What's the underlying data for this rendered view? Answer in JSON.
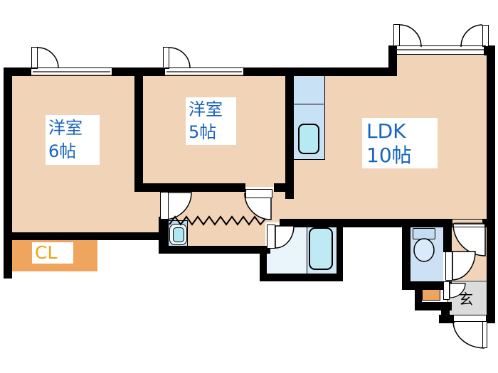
{
  "page": {
    "type": "apartment-floor-plan",
    "background": "#ffffff"
  },
  "rooms": {
    "bedroom6": {
      "name": "洋室",
      "size": "6帖"
    },
    "bedroom5": {
      "name": "洋室",
      "size": "5帖"
    },
    "ldk": {
      "name": "LDK",
      "size": "10帖"
    },
    "closet": {
      "label": "CL"
    },
    "entrance": {
      "label": "玄"
    }
  },
  "colors": {
    "floor": "#f1d3b7",
    "wall": "#000000",
    "closet_fill": "#f0a55f",
    "closet_text": "#f2a40e",
    "room_text": "#1964be",
    "kitchen_blue": "#c8e1f5",
    "sink_cyan": "#b5eaf2",
    "bathtub_cyan": "#c0eaf3",
    "bath_floor_left": "#eaf4fb",
    "bath_floor_right": "#d2e7f6",
    "toilet_room_blue": "#cde1f5",
    "entrance_gray": "#dcdcdc"
  }
}
